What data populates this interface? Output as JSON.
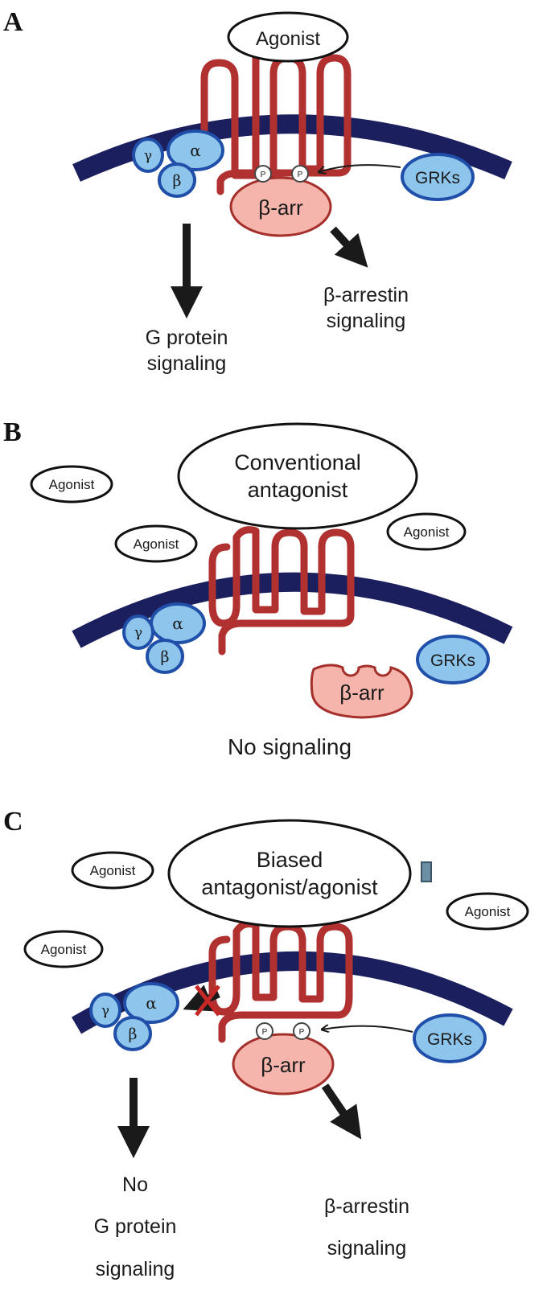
{
  "colors": {
    "membrane": "#1c1f5e",
    "receptor": "#b0312f",
    "gprotein_fill": "#8ec5ec",
    "gprotein_stroke": "#1f4fa8",
    "barr_fill": "#f5b5ac",
    "barr_stroke": "#a5302b",
    "arrow": "#1a1a1a",
    "block_x": "#c62828"
  },
  "panels": [
    {
      "letter": "A",
      "ligand": "Agonist",
      "gprotein": {
        "alpha": "α",
        "beta": "β",
        "gamma": "γ"
      },
      "grks": "GRKs",
      "barr": "β-arr",
      "phospho": "P",
      "gsignal": [
        "G protein",
        "signaling"
      ],
      "barrsignal": [
        "β-arrestin",
        "signaling"
      ]
    },
    {
      "letter": "B",
      "ligand": [
        "Conventional",
        "antagonist"
      ],
      "free_agonists": [
        "Agonist",
        "Agonist",
        "Agonist"
      ],
      "gprotein": {
        "alpha": "α",
        "beta": "β",
        "gamma": "γ"
      },
      "grks": "GRKs",
      "barr": "β-arr",
      "outcome": "No signaling"
    },
    {
      "letter": "C",
      "ligand": [
        "Biased",
        "antagonist/agonist"
      ],
      "free_agonists": [
        "Agonist",
        "Agonist",
        "Agonist"
      ],
      "gprotein": {
        "alpha": "α",
        "beta": "β",
        "gamma": "γ"
      },
      "grks": "GRKs",
      "barr": "β-arr",
      "phospho": "P",
      "gsignal": [
        "No",
        "G protein",
        "signaling"
      ],
      "barrsignal": [
        "β-arrestin",
        "signaling"
      ]
    }
  ]
}
